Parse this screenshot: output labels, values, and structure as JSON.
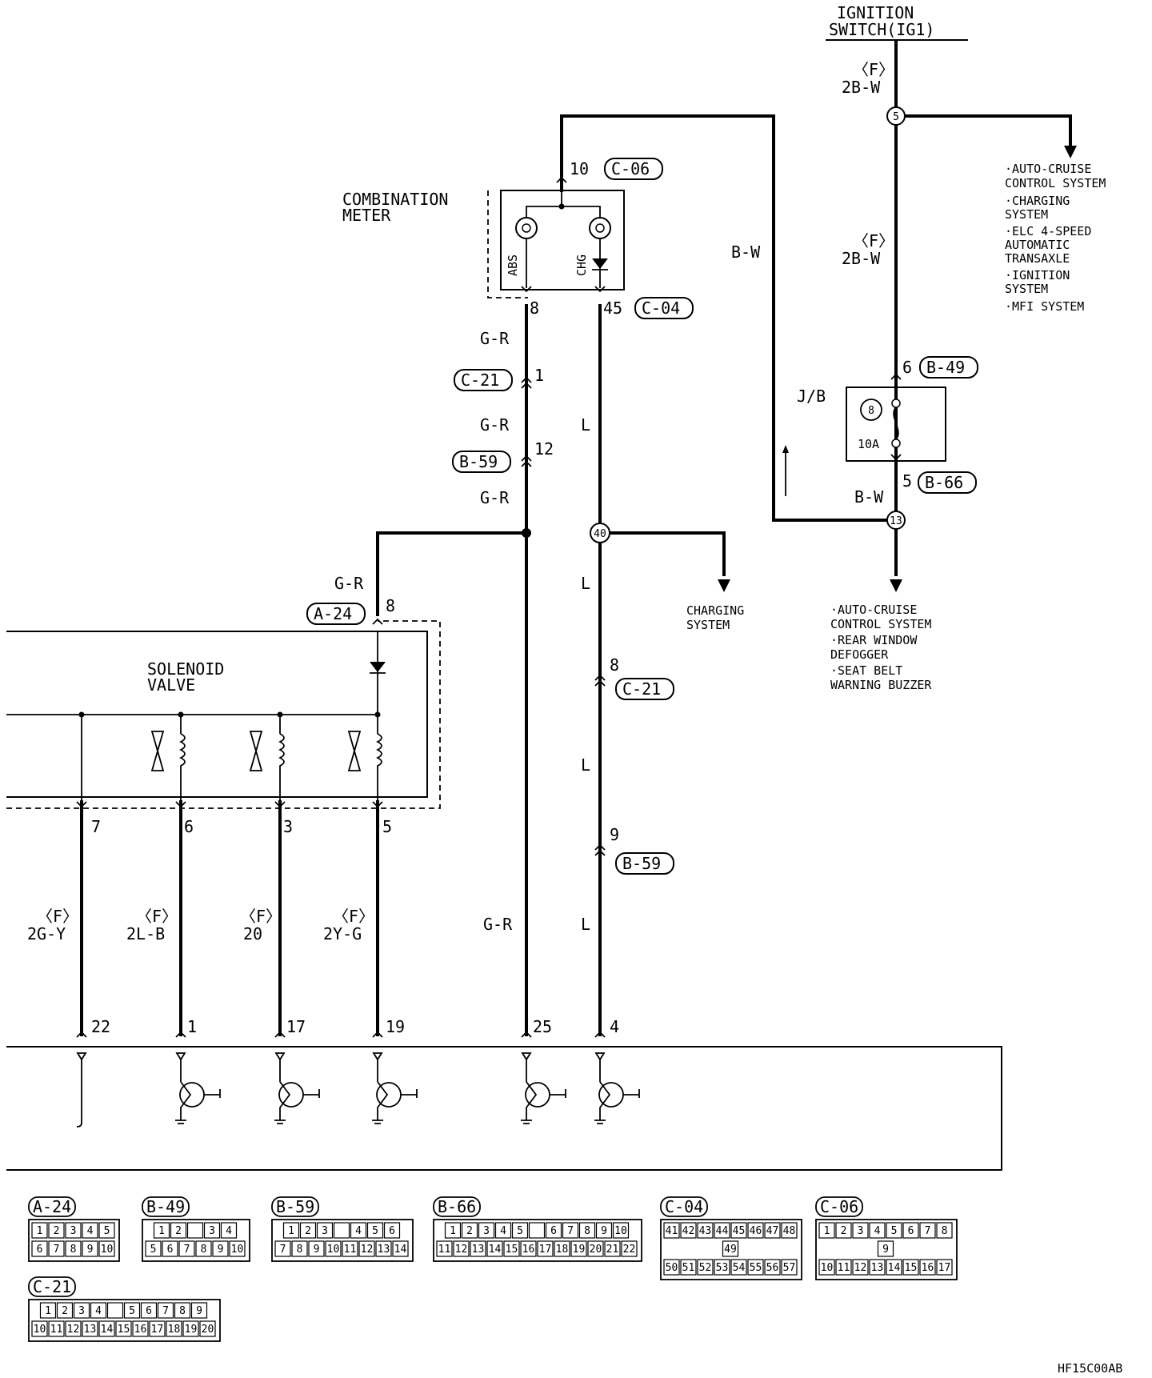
{
  "ignition": {
    "line1": "IGNITION",
    "line2": "SWITCH(IG1)"
  },
  "wires": {
    "f_tag": "〈F〉",
    "f_2bw_top": "2B-W",
    "f_2bw_mid": "2B-W",
    "bw_long": "B-W",
    "bw_jb": "B-W",
    "gr_1": "G-R",
    "gr_2": "G-R",
    "gr_3": "G-R",
    "gr_4": "G-R",
    "gr_5": "G-R",
    "l_1": "L",
    "l_2": "L",
    "l_3": "L",
    "l_4": "L",
    "f_2gy": "2G-Y",
    "f_2lb": "2L-B",
    "f_20": "20",
    "f_2yg": "2Y-G"
  },
  "splices": {
    "s5": "5",
    "s13": "13",
    "s40": "40"
  },
  "pins": {
    "p10": "10",
    "p8_cm": "8",
    "p45": "45",
    "p1_c21": "1",
    "p12_b59": "12",
    "p6_b49": "6",
    "p5_b66": "5",
    "p8_a24": "8",
    "p8_c21": "8",
    "p9_b59": "9",
    "p7": "7",
    "p6": "6",
    "p3": "3",
    "p5": "5",
    "p22": "22",
    "p1": "1",
    "p17": "17",
    "p19": "19",
    "p25": "25",
    "p4": "4"
  },
  "connectors": {
    "c06": "C-06",
    "c04": "C-04",
    "c21a": "C-21",
    "b59a": "B-59",
    "b49": "B-49",
    "b66": "B-66",
    "a24": "A-24",
    "c21b": "C-21",
    "b59b": "B-59"
  },
  "combination_meter": {
    "line1": "COMBINATION",
    "line2": "METER",
    "abs": "ABS",
    "chg": "CHG"
  },
  "jb": {
    "label": "J/B",
    "fuse_no": "8",
    "fuse_amp": "10A"
  },
  "solenoid": {
    "line1": "SOLENOID",
    "line2": "VALVE"
  },
  "dest_top": [
    [
      "·AUTO-CRUISE",
      " CONTROL SYSTEM"
    ],
    [
      "·CHARGING",
      " SYSTEM"
    ],
    [
      "·ELC 4-SPEED",
      " AUTOMATIC",
      " TRANSAXLE"
    ],
    [
      "·IGNITION",
      " SYSTEM"
    ],
    [
      "·MFI SYSTEM"
    ]
  ],
  "dest_bottom": [
    [
      "·AUTO-CRUISE",
      " CONTROL SYSTEM"
    ],
    [
      "·REAR WINDOW",
      " DEFOGGER"
    ],
    [
      "·SEAT BELT",
      " WARNING BUZZER"
    ]
  ],
  "charging": {
    "line1": "CHARGING",
    "line2": "SYSTEM"
  },
  "legend": [
    {
      "id": "A-24",
      "rows": [
        [
          "1",
          "2",
          "3",
          "4",
          "5"
        ],
        [
          "6",
          "7",
          "8",
          "9",
          "10"
        ]
      ]
    },
    {
      "id": "B-49",
      "rows": [
        [
          "1",
          "2",
          "",
          "3",
          "4"
        ],
        [
          "5",
          "6",
          "7",
          "8",
          "9",
          "10"
        ]
      ]
    },
    {
      "id": "B-59",
      "rows": [
        [
          "1",
          "2",
          "3",
          "",
          "4",
          "5",
          "6"
        ],
        [
          "7",
          "8",
          "9",
          "10",
          "11",
          "12",
          "13",
          "14"
        ]
      ]
    },
    {
      "id": "B-66",
      "rows": [
        [
          "1",
          "2",
          "3",
          "4",
          "5",
          "",
          "6",
          "7",
          "8",
          "9",
          "10"
        ],
        [
          "11",
          "12",
          "13",
          "14",
          "15",
          "16",
          "17",
          "18",
          "19",
          "20",
          "21",
          "22"
        ]
      ]
    },
    {
      "id": "C-04",
      "rows": [
        [
          "41",
          "42",
          "43",
          "44",
          "45",
          "46",
          "47",
          "48"
        ],
        [
          "49"
        ],
        [
          "50",
          "51",
          "52",
          "53",
          "54",
          "55",
          "56",
          "57"
        ]
      ]
    },
    {
      "id": "C-06",
      "rows": [
        [
          "1",
          "2",
          "3",
          "4",
          "5",
          "6",
          "7",
          "8"
        ],
        [
          "9"
        ],
        [
          "10",
          "11",
          "12",
          "13",
          "14",
          "15",
          "16",
          "17"
        ]
      ]
    },
    {
      "id": "C-21",
      "rows": [
        [
          "1",
          "2",
          "3",
          "4",
          "",
          "5",
          "6",
          "7",
          "8",
          "9"
        ],
        [
          "10",
          "11",
          "12",
          "13",
          "14",
          "15",
          "16",
          "17",
          "18",
          "19",
          "20"
        ]
      ]
    }
  ],
  "code": "HF15C00AB"
}
